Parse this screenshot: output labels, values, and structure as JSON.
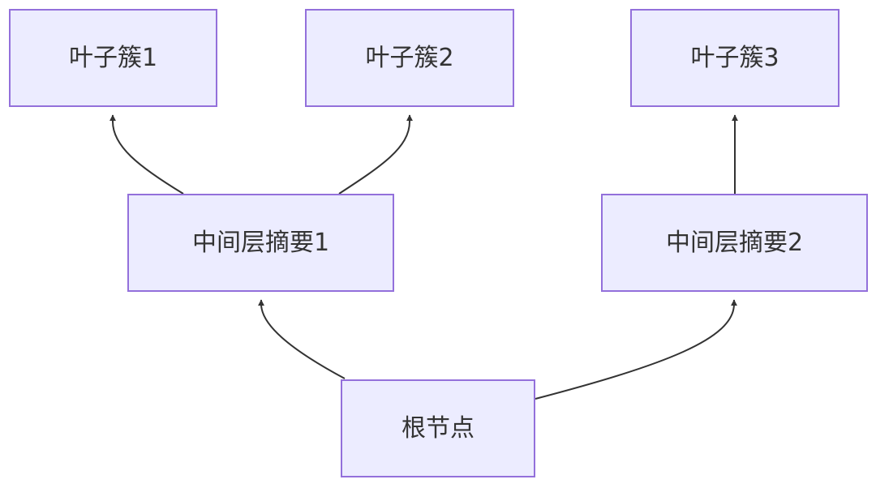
{
  "diagram": {
    "type": "flowchart",
    "direction": "bottom-to-top",
    "colors": {
      "node_fill": "#ececff",
      "node_border": "#9370db",
      "edge": "#333333",
      "text": "#333333"
    },
    "nodes": {
      "leaf1": {
        "label": "叶子簇1"
      },
      "leaf2": {
        "label": "叶子簇2"
      },
      "leaf3": {
        "label": "叶子簇3"
      },
      "mid1": {
        "label": "中间层摘要1"
      },
      "mid2": {
        "label": "中间层摘要2"
      },
      "root": {
        "label": "根节点"
      }
    },
    "edges": [
      {
        "from": "root",
        "to": "mid1"
      },
      {
        "from": "root",
        "to": "mid2"
      },
      {
        "from": "mid1",
        "to": "leaf1"
      },
      {
        "from": "mid1",
        "to": "leaf2"
      },
      {
        "from": "mid2",
        "to": "leaf3"
      }
    ]
  }
}
